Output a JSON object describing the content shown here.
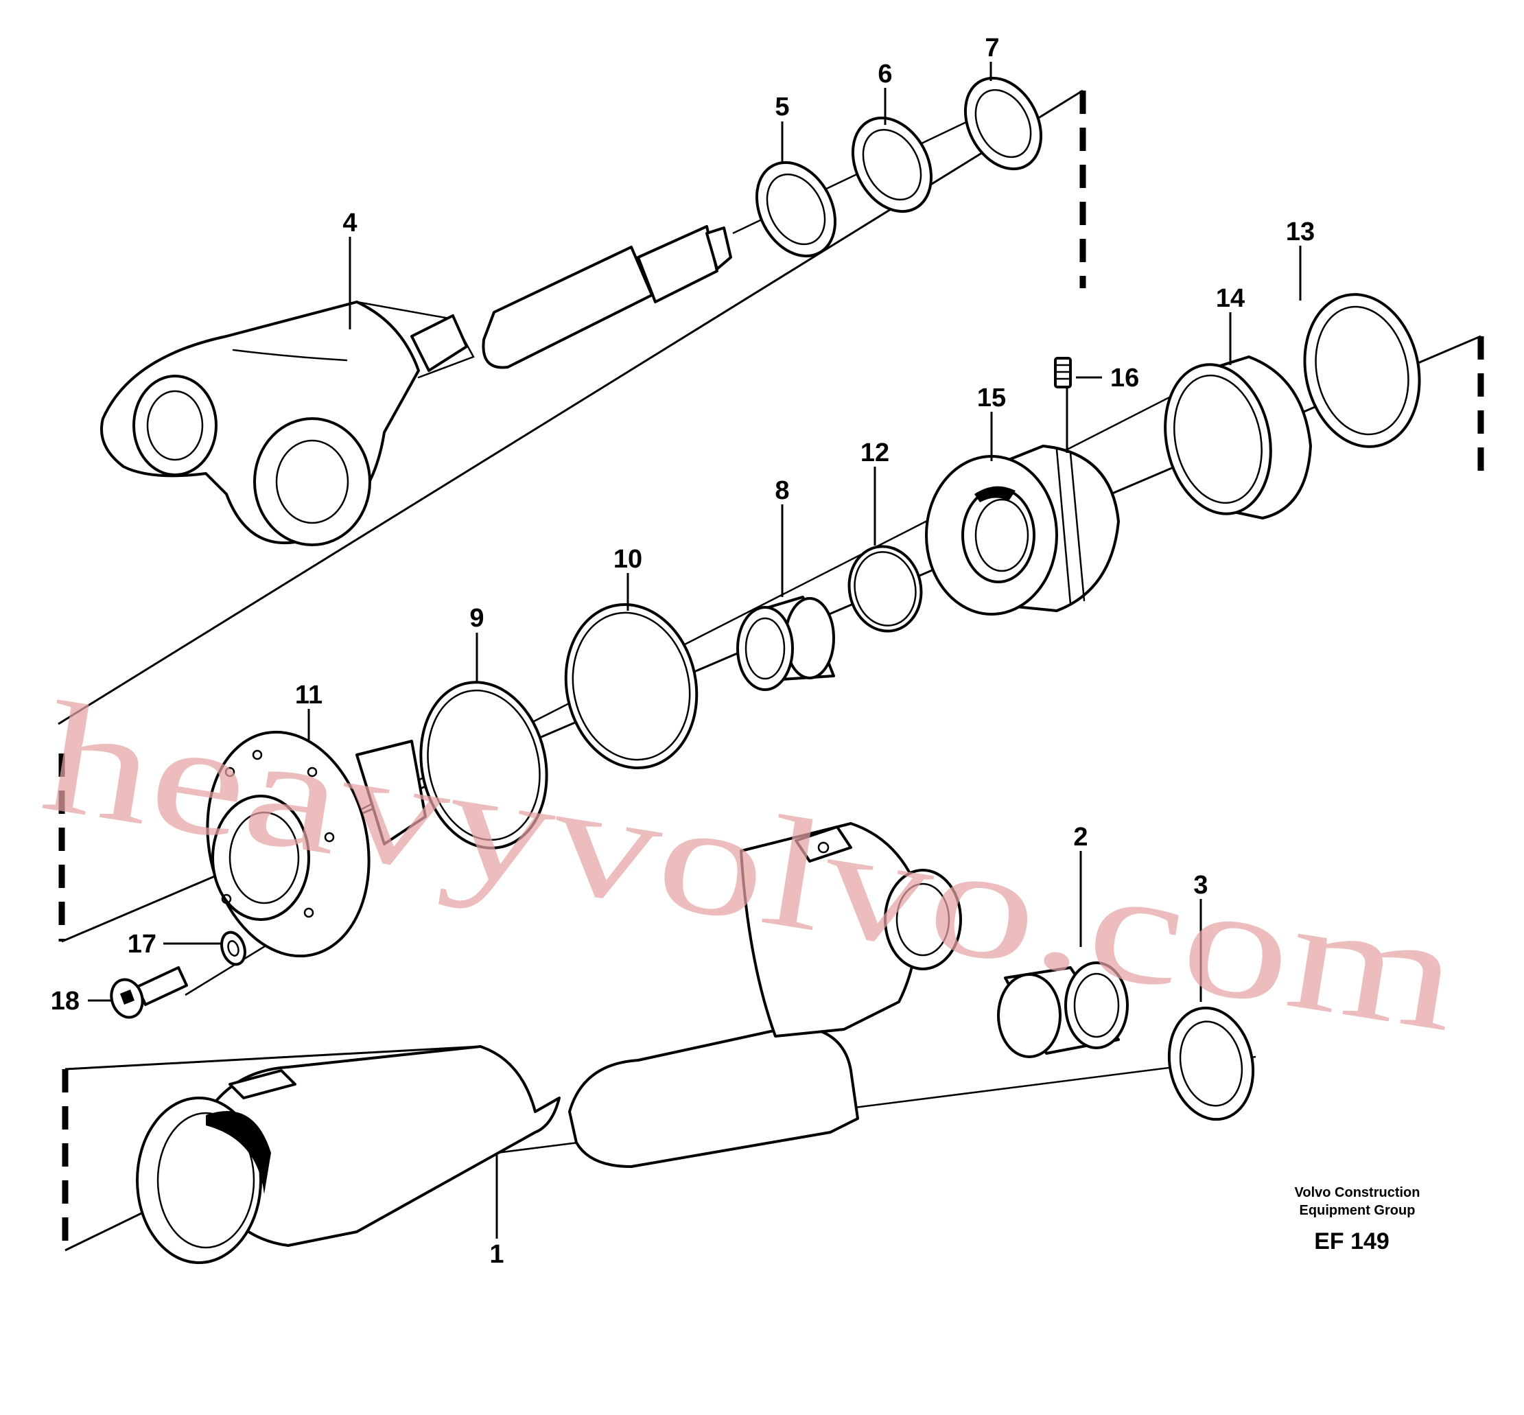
{
  "diagram": {
    "callouts": [
      "1",
      "2",
      "3",
      "4",
      "5",
      "6",
      "7",
      "8",
      "9",
      "10",
      "11",
      "12",
      "13",
      "14",
      "15",
      "16",
      "17",
      "18"
    ],
    "credit_line1": "Volvo Construction",
    "credit_line2": "Equipment Group",
    "drawing_code": "EF 149",
    "watermark": "heavyvolvo.com",
    "colors": {
      "line": "#000000",
      "watermark": "#e7a3a3",
      "background": "#ffffff"
    }
  }
}
